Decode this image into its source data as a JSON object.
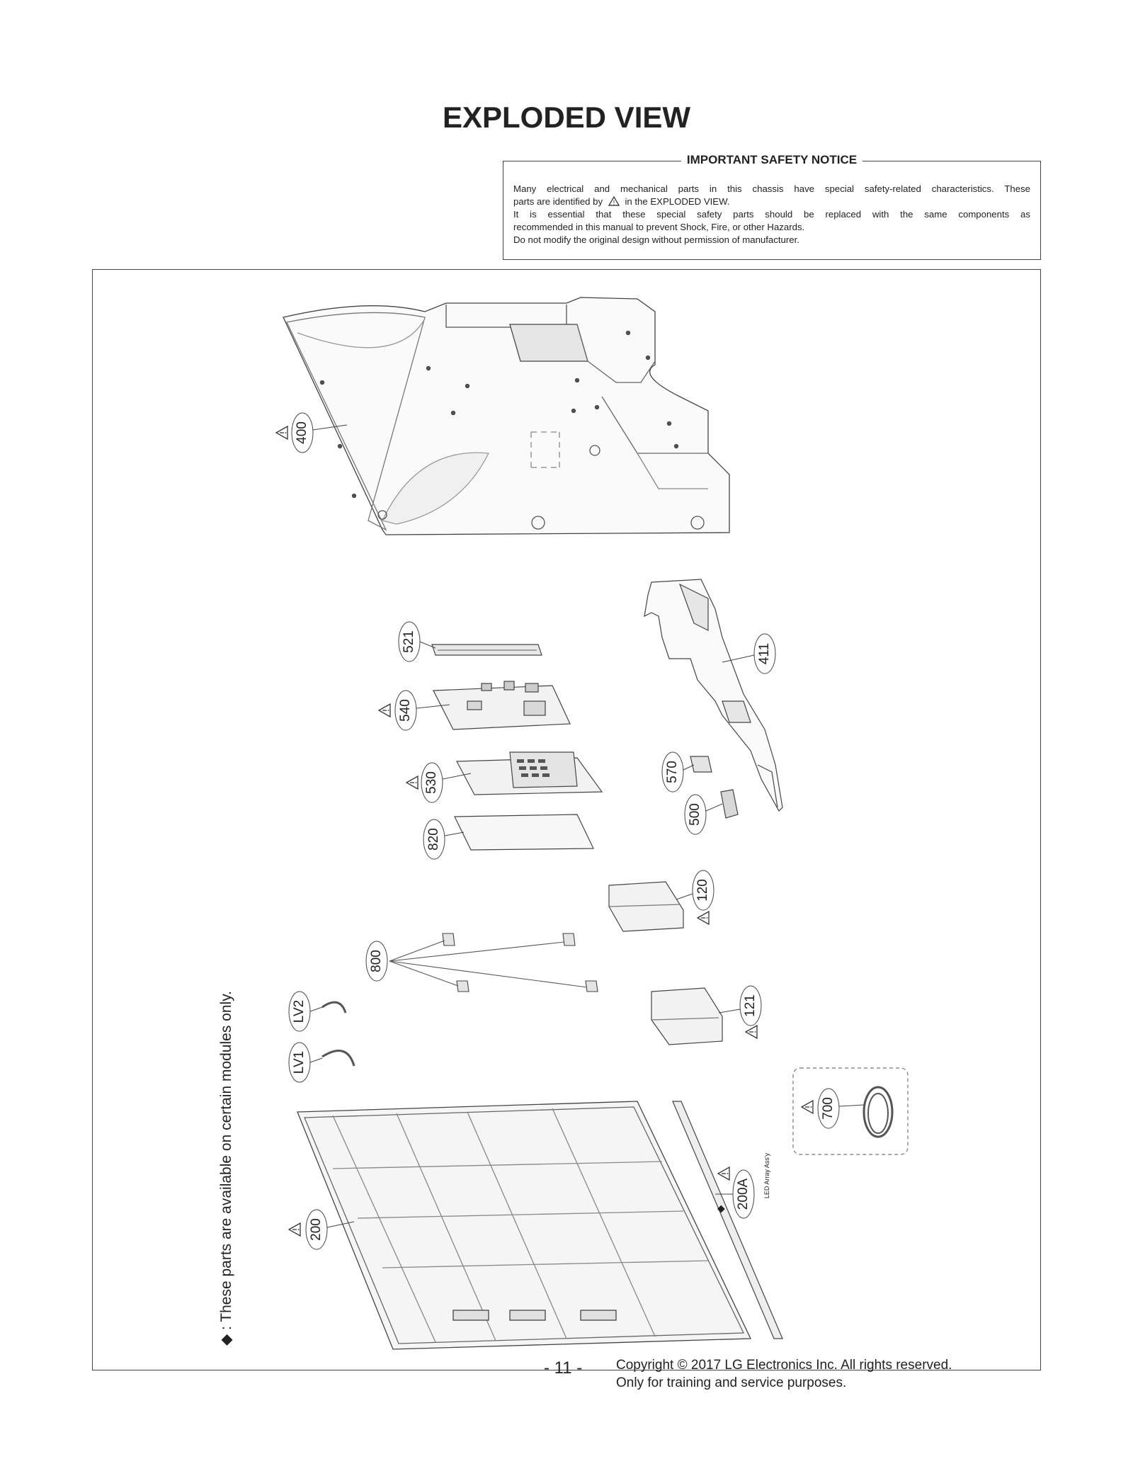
{
  "page_title": "EXPLODED VIEW",
  "notice": {
    "heading": "IMPORTANT SAFETY NOTICE",
    "line1": "Many electrical and mechanical parts in this chassis have special safety-related characteristics. These",
    "line2a": "parts are identified by",
    "line2b": "in the EXPLODED VIEW.",
    "line3": "It is essential that these special safety parts should be replaced with the same components as",
    "line4": "recommended in this manual to prevent Shock, Fire, or other Hazards.",
    "line5": "Do not modify the original design without permission of manufacturer."
  },
  "parts": {
    "p400": "400",
    "p521": "521",
    "p411": "411",
    "p540": "540",
    "p530": "530",
    "p570": "570",
    "p500": "500",
    "p820": "820",
    "p120": "120",
    "p800": "800",
    "p121": "121",
    "pLV2": "LV2",
    "pLV1": "LV1",
    "p700": "700",
    "p200A": "200A",
    "p200": "200",
    "led_label": "LED Array Ass'y"
  },
  "side_note": "◆ : These parts are available on certain modules only.",
  "footer": {
    "page_number": "- 11 -",
    "copyright_line1": "Copyright © 2017 LG Electronics Inc. All rights reserved.",
    "copyright_line2": "Only for training and service purposes."
  }
}
